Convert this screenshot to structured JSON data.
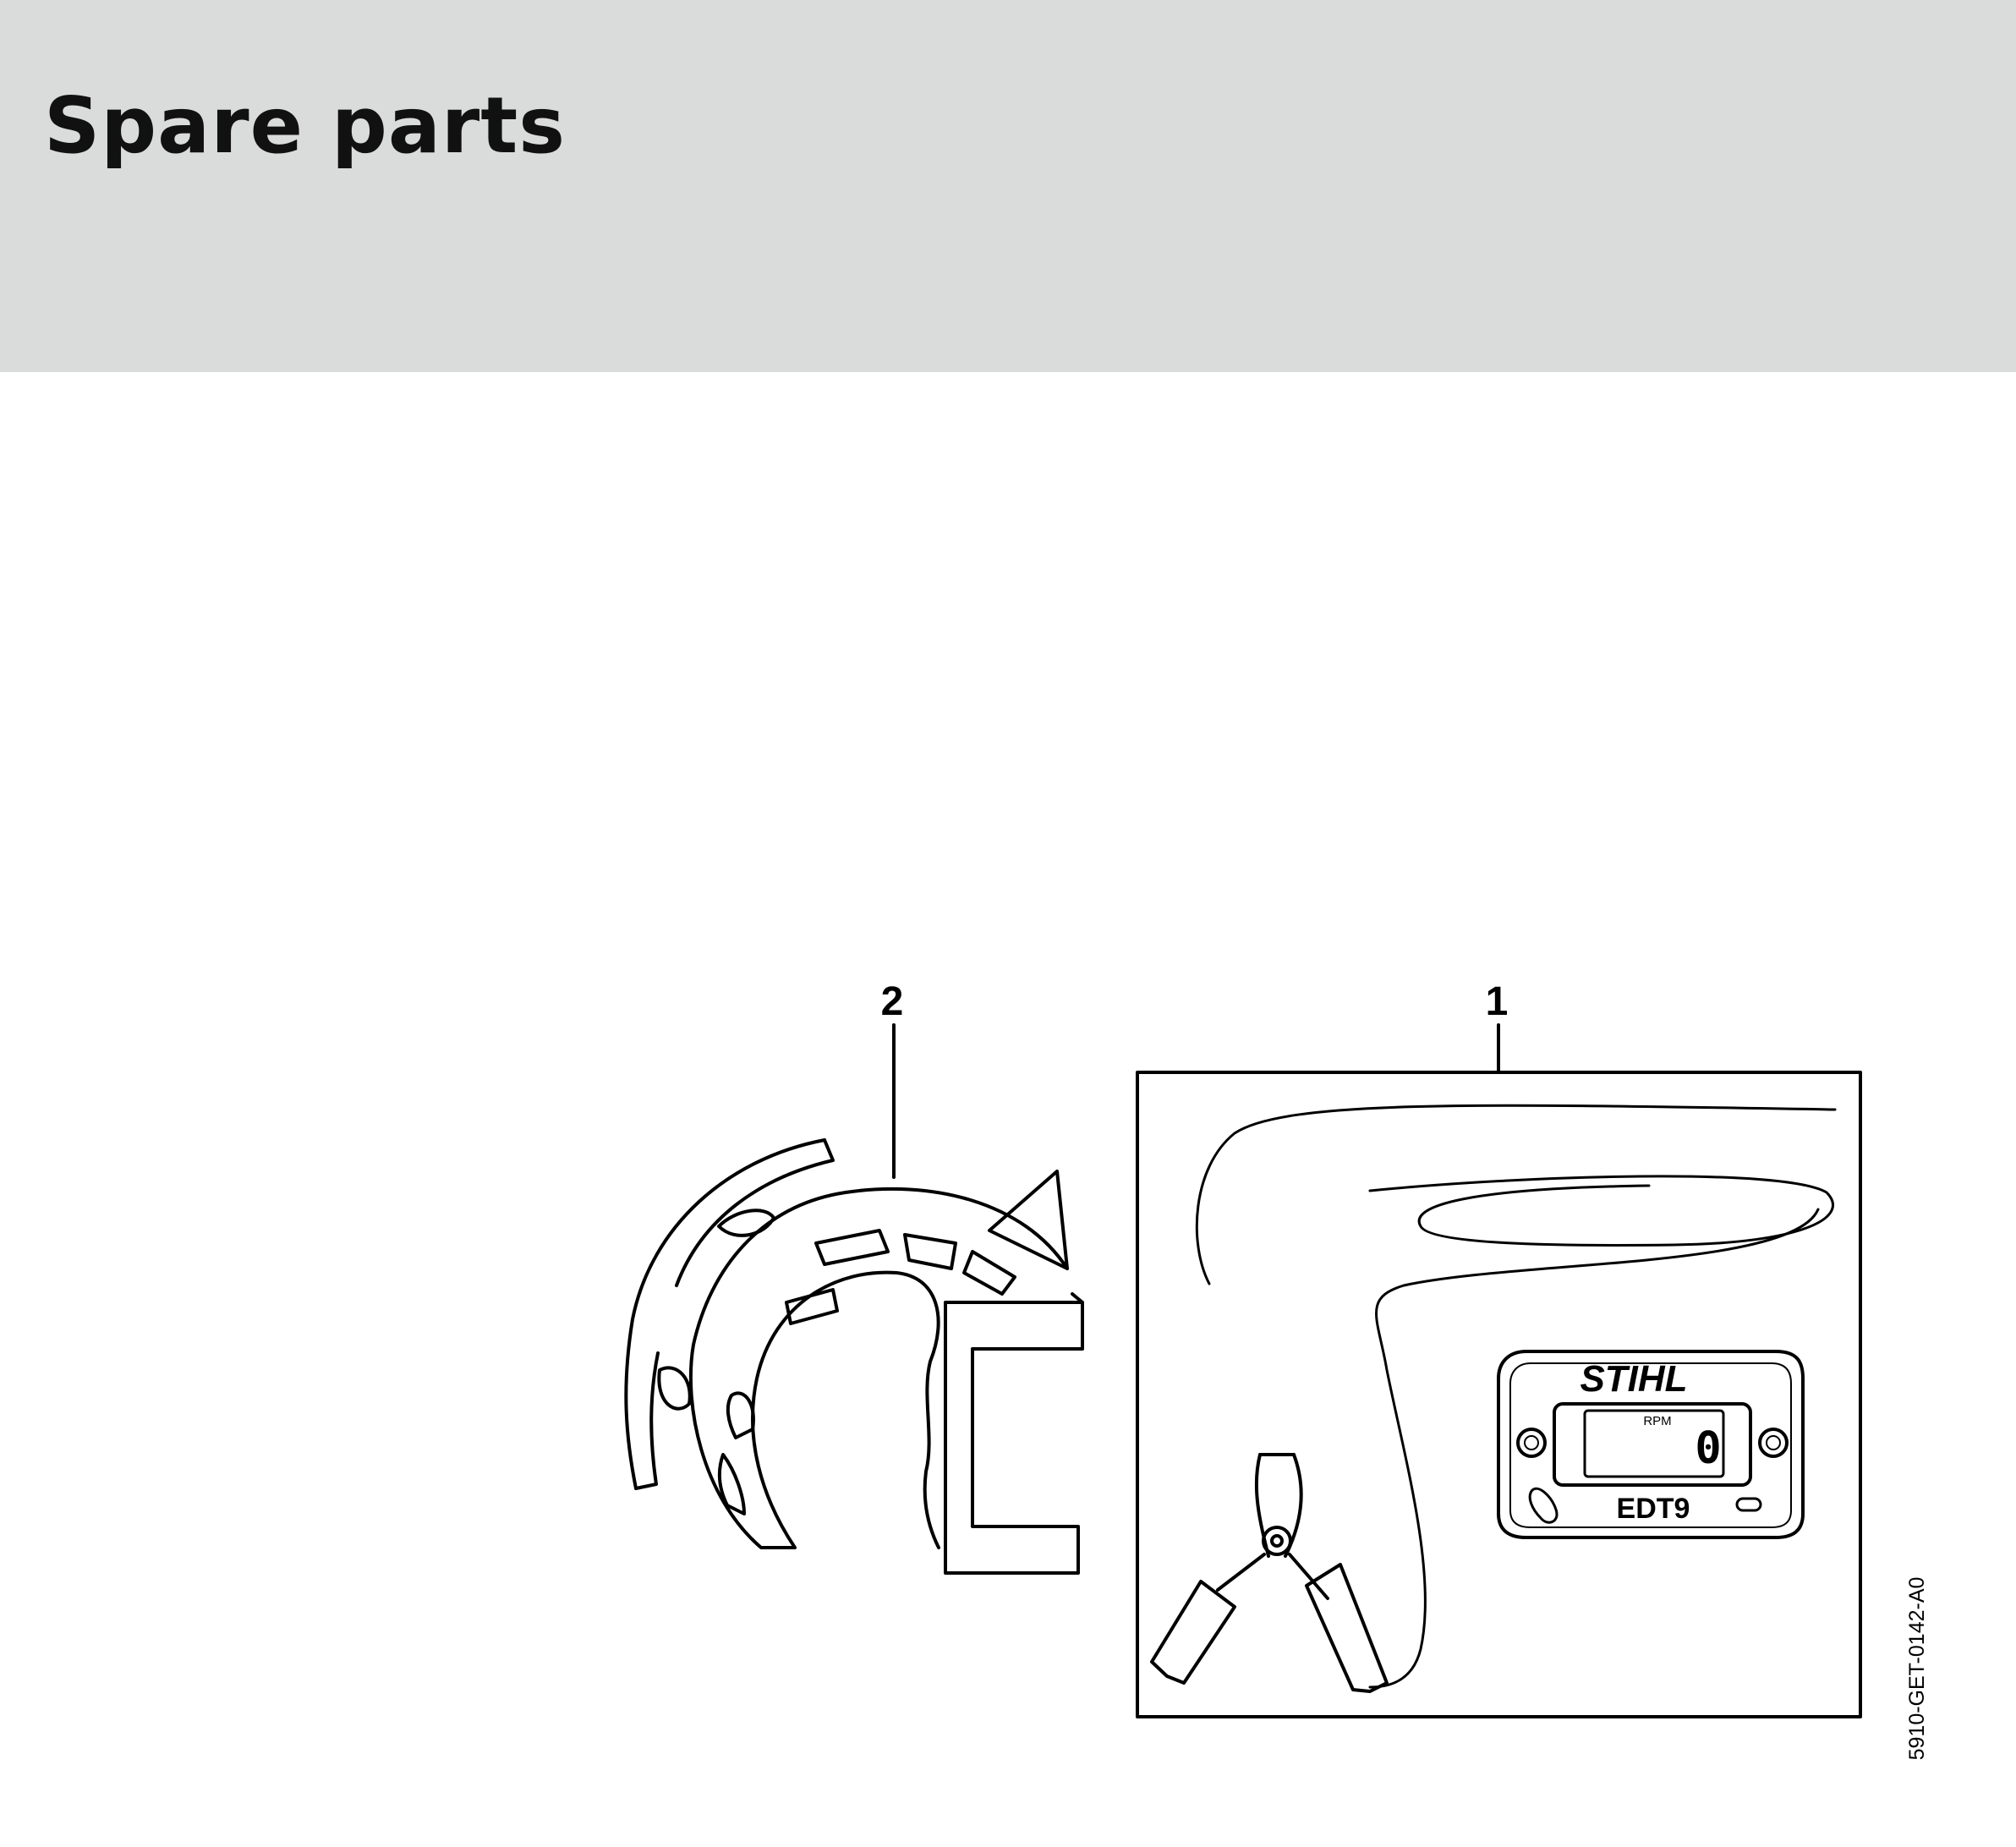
{
  "header": {
    "title": "Spare parts"
  },
  "diagram": {
    "callouts": [
      "2",
      "1"
    ],
    "reference_code": "5910-GET-0142-A0",
    "part_1": {
      "logo": "STIHL",
      "display_label": "RPM",
      "display_value": "0",
      "model": "EDT9"
    }
  }
}
